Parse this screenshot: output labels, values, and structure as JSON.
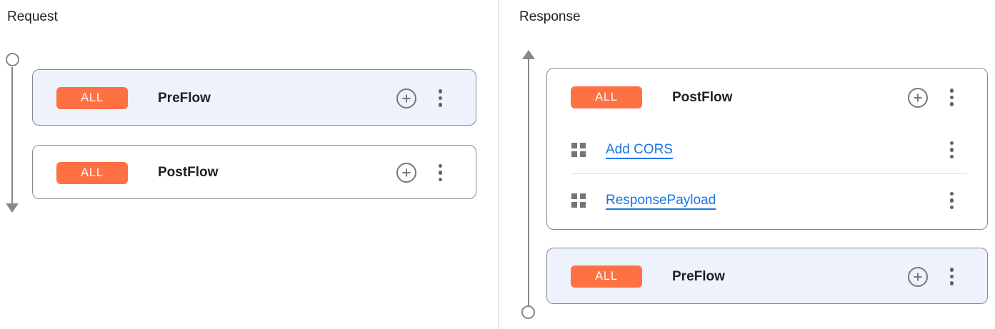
{
  "request": {
    "title": "Request",
    "flows": [
      {
        "badge": "ALL",
        "name": "PreFlow",
        "highlighted": true,
        "policies": []
      },
      {
        "badge": "ALL",
        "name": "PostFlow",
        "highlighted": false,
        "policies": []
      }
    ]
  },
  "response": {
    "title": "Response",
    "flows": [
      {
        "badge": "ALL",
        "name": "PostFlow",
        "highlighted": false,
        "policies": [
          {
            "name": "Add CORS"
          },
          {
            "name": "ResponsePayload"
          }
        ]
      },
      {
        "badge": "ALL",
        "name": "PreFlow",
        "highlighted": true,
        "policies": []
      }
    ]
  },
  "colors": {
    "badge_orange": "#ff7043",
    "link_blue": "#1a73e8",
    "selected_card_bg": "#edf2fc",
    "card_border": "#85898f",
    "rail_gray": "#85898f",
    "text_dark": "#202124"
  }
}
